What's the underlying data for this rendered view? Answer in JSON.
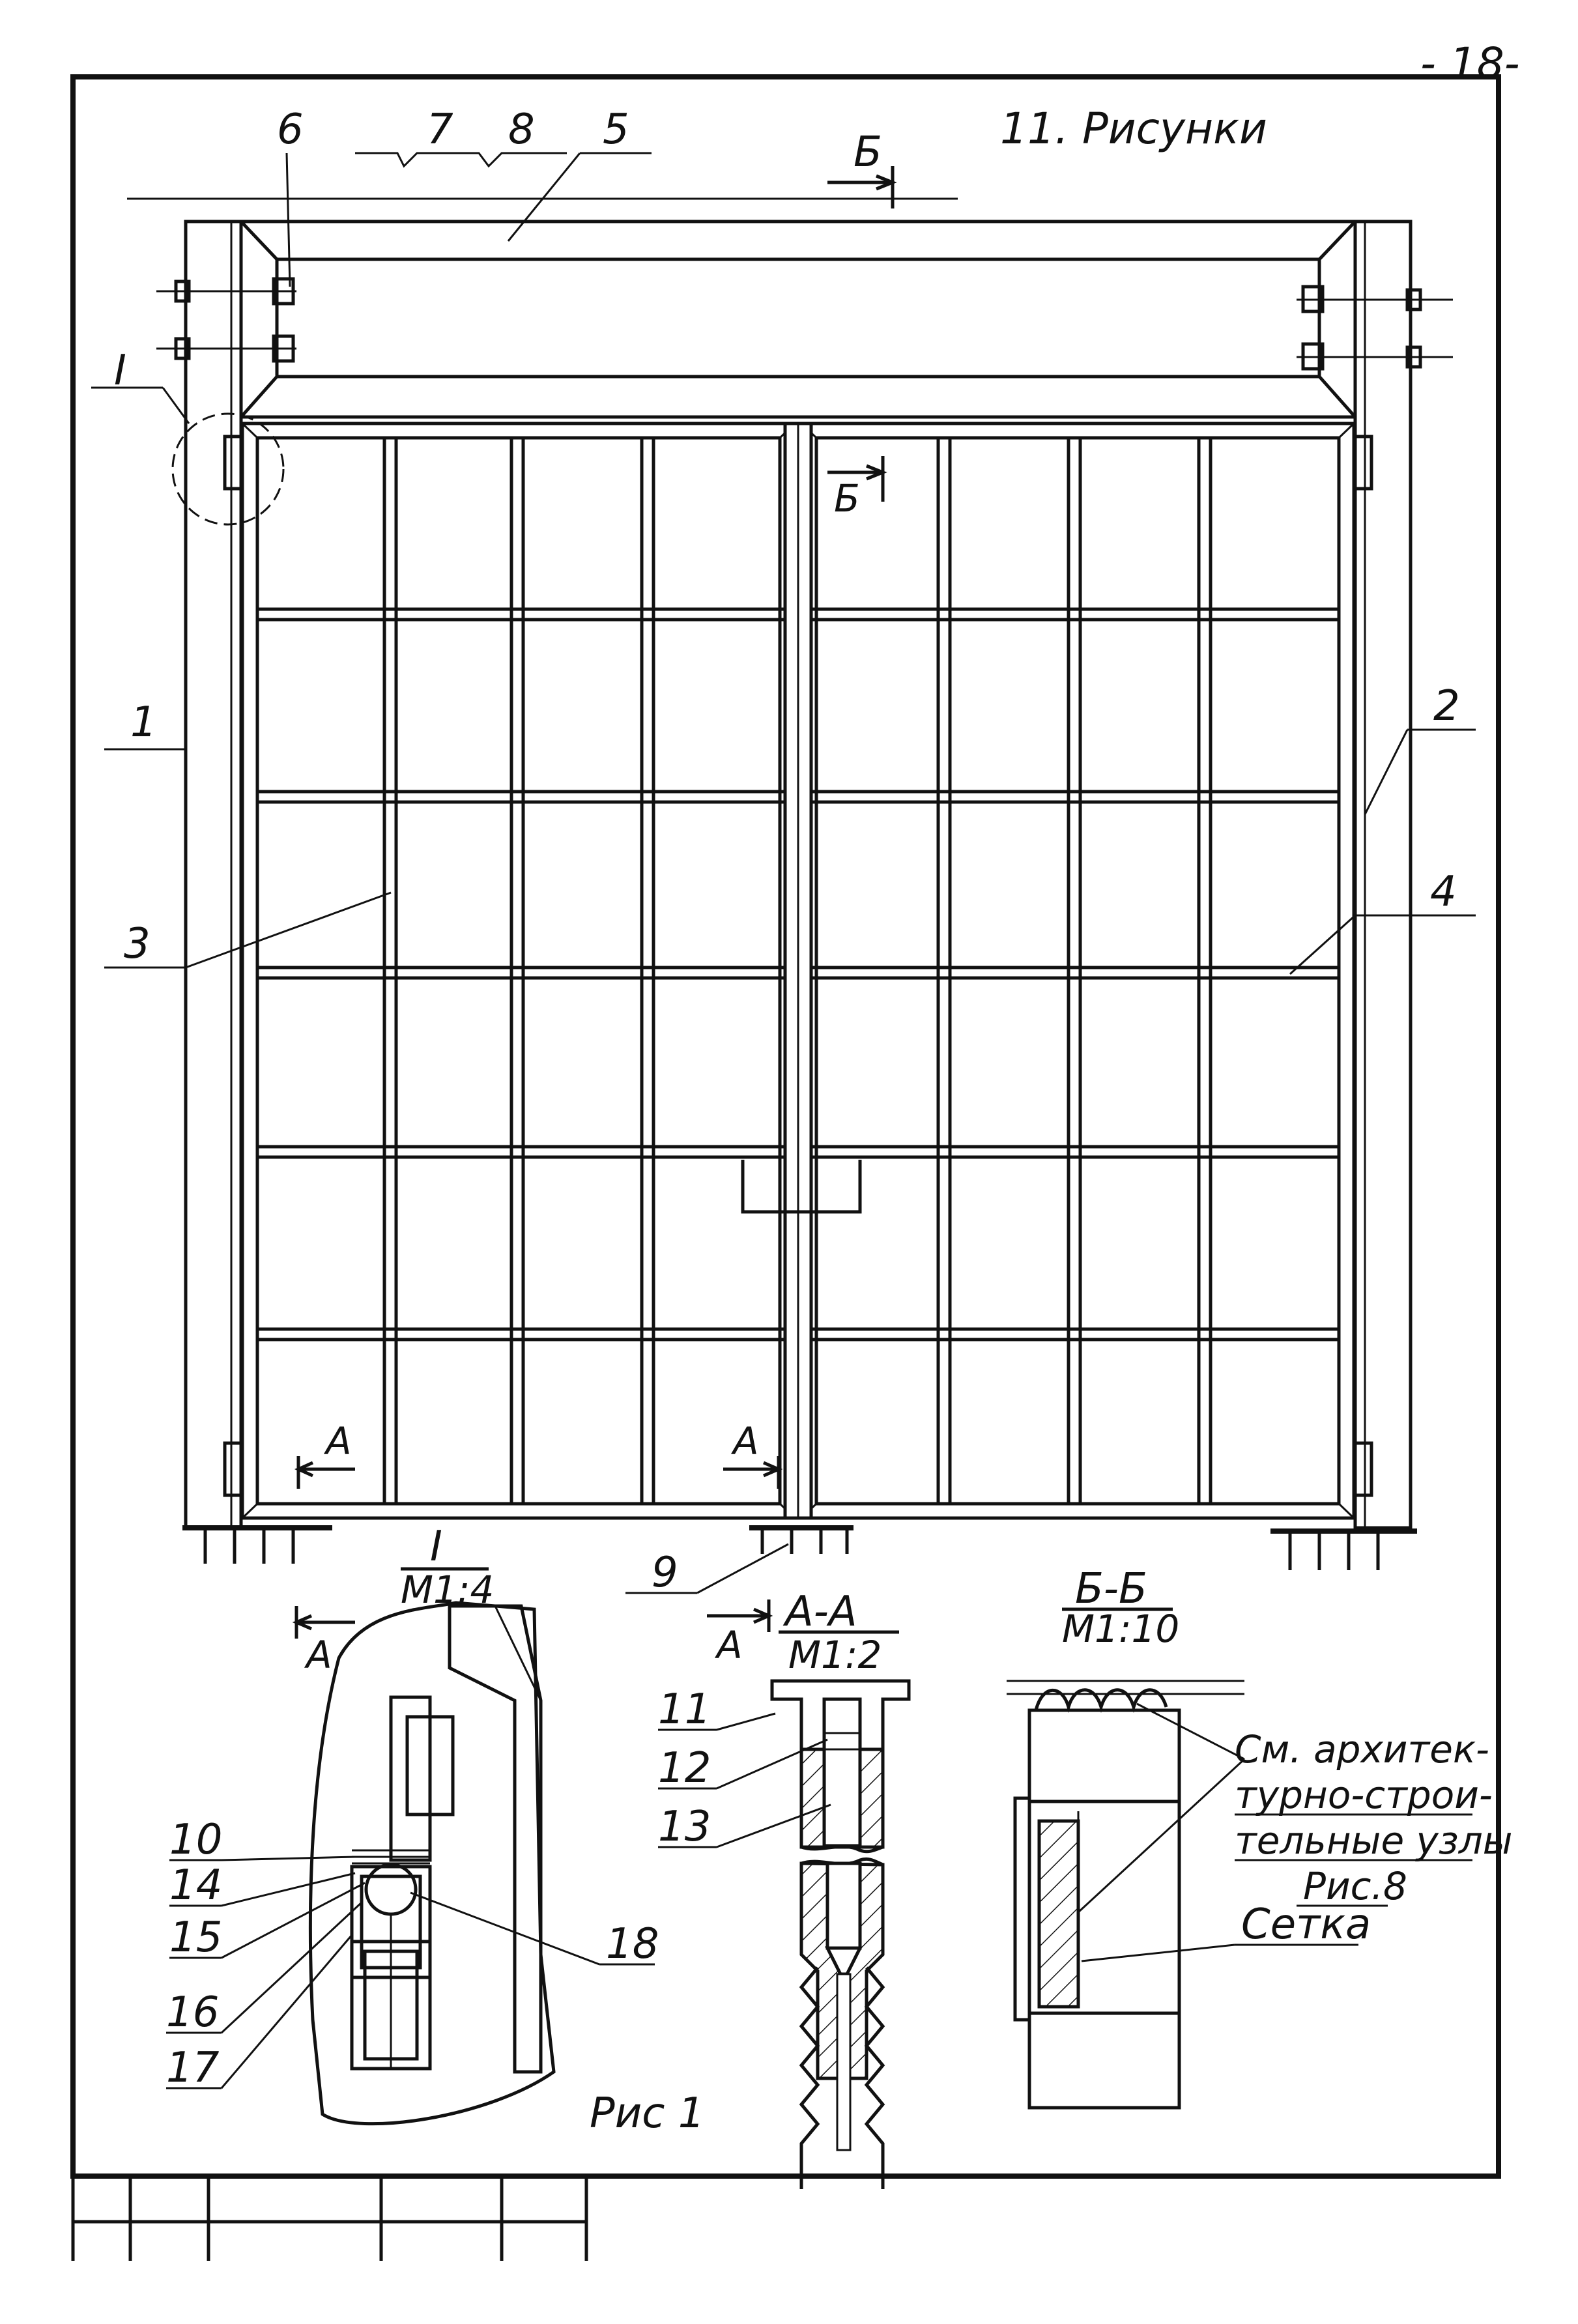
{
  "page_number": "- 18-",
  "section_title": "11. Рисунки",
  "callouts": {
    "c1": "1",
    "c2": "2",
    "c3": "3",
    "c4": "4",
    "c5": "5",
    "c6": "6",
    "c7": "7",
    "c8": "8",
    "c9": "9",
    "c10": "10",
    "c11": "11",
    "c12": "12",
    "c13": "13",
    "c14": "14",
    "c15": "15",
    "c16": "16",
    "c17": "17",
    "c18": "18"
  },
  "section_marks": {
    "bb": "Б",
    "aa": "А",
    "node_I": "I"
  },
  "detail_I": {
    "title": "I",
    "scale": "М1:4"
  },
  "detail_AA": {
    "title": "А-А",
    "scale": "М1:2"
  },
  "detail_BB": {
    "title": "Б-Б",
    "scale": "М1:10"
  },
  "notes": {
    "see_line1": "См. архитек-",
    "see_line2": "турно-строи-",
    "see_line3": "тельные узлы",
    "see_line4": "Рис.8",
    "mesh": "Сетка"
  },
  "figure_caption": "Рис 1"
}
